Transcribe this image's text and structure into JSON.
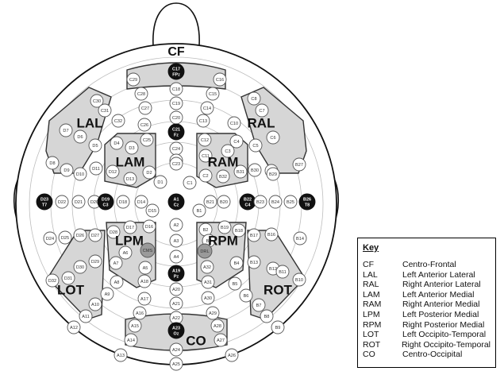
{
  "diagram": {
    "top_label": "CF",
    "regions": [
      {
        "id": "LAL",
        "label": "LAL"
      },
      {
        "id": "RAL",
        "label": "RAL"
      },
      {
        "id": "LAM",
        "label": "LAM"
      },
      {
        "id": "RAM",
        "label": "RAM"
      },
      {
        "id": "LPM",
        "label": "LPM"
      },
      {
        "id": "RPM",
        "label": "RPM"
      },
      {
        "id": "LOT",
        "label": "LOT"
      },
      {
        "id": "ROT",
        "label": "ROT"
      },
      {
        "id": "CO",
        "label": "CO"
      }
    ],
    "electrodes": [
      {
        "l1": "C17",
        "l2": "FPz",
        "kind": "ref"
      },
      {
        "l1": "C29"
      },
      {
        "l1": "C16"
      },
      {
        "l1": "C18"
      },
      {
        "l1": "C28"
      },
      {
        "l1": "C15"
      },
      {
        "l1": "C19"
      },
      {
        "l1": "C30"
      },
      {
        "l1": "C8"
      },
      {
        "l1": "C27"
      },
      {
        "l1": "C14"
      },
      {
        "l1": "C31"
      },
      {
        "l1": "C7"
      },
      {
        "l1": "C32"
      },
      {
        "l1": "C20"
      },
      {
        "l1": "C13"
      },
      {
        "l1": "C10"
      },
      {
        "l1": "C26"
      },
      {
        "l1": "D7"
      },
      {
        "l1": "C6"
      },
      {
        "l1": "C21",
        "l2": "Fz",
        "kind": "ref"
      },
      {
        "l1": "D6"
      },
      {
        "l1": "C5"
      },
      {
        "l1": "C25"
      },
      {
        "l1": "C12"
      },
      {
        "l1": "D5"
      },
      {
        "l1": "D4"
      },
      {
        "l1": "C24"
      },
      {
        "l1": "C11"
      },
      {
        "l1": "C4"
      },
      {
        "l1": "C22"
      },
      {
        "l1": "D3"
      },
      {
        "l1": "C3"
      },
      {
        "l1": "B28"
      },
      {
        "l1": "D8"
      },
      {
        "l1": "D11"
      },
      {
        "l1": "C23"
      },
      {
        "l1": "B27"
      },
      {
        "l1": "D9"
      },
      {
        "l1": "C2"
      },
      {
        "l1": "B30"
      },
      {
        "l1": "D12"
      },
      {
        "l1": "D2"
      },
      {
        "l1": "B32"
      },
      {
        "l1": "D10"
      },
      {
        "l1": "D13"
      },
      {
        "l1": "B31"
      },
      {
        "l1": "B29"
      },
      {
        "l1": "D1"
      },
      {
        "l1": "C1"
      },
      {
        "l1": "D23",
        "l2": "T7",
        "kind": "ref"
      },
      {
        "l1": "D22"
      },
      {
        "l1": "D21"
      },
      {
        "l1": "D20"
      },
      {
        "l1": "D19",
        "l2": "C3",
        "kind": "ref"
      },
      {
        "l1": "D18"
      },
      {
        "l1": "D14"
      },
      {
        "l1": "A1",
        "l2": "Cz",
        "kind": "ref"
      },
      {
        "l1": "B20"
      },
      {
        "l1": "B21"
      },
      {
        "l1": "B22",
        "l2": "C4",
        "kind": "ref"
      },
      {
        "l1": "B23"
      },
      {
        "l1": "B24"
      },
      {
        "l1": "B25"
      },
      {
        "l1": "B26",
        "l2": "T8",
        "kind": "ref"
      },
      {
        "l1": "D15"
      },
      {
        "l1": "B1"
      },
      {
        "l1": "A2"
      },
      {
        "l1": "D24"
      },
      {
        "l1": "D25"
      },
      {
        "l1": "D26"
      },
      {
        "l1": "D27"
      },
      {
        "l1": "D16"
      },
      {
        "l1": "D17"
      },
      {
        "l1": "B2"
      },
      {
        "l1": "B19"
      },
      {
        "l1": "B18"
      },
      {
        "l1": "B17"
      },
      {
        "l1": "B16"
      },
      {
        "l1": "B14"
      },
      {
        "l1": "D28"
      },
      {
        "l1": "A3"
      },
      {
        "l1": "B3"
      },
      {
        "l1": "B13"
      },
      {
        "l1": "D29"
      },
      {
        "l1": "A6"
      },
      {
        "l1": "CMS",
        "kind": "grey"
      },
      {
        "l1": "DRL",
        "kind": "grey"
      },
      {
        "l1": "B4"
      },
      {
        "l1": "A4"
      },
      {
        "l1": "D30"
      },
      {
        "l1": "A7"
      },
      {
        "l1": "A5"
      },
      {
        "l1": "A32"
      },
      {
        "l1": "B12"
      },
      {
        "l1": "D31"
      },
      {
        "l1": "A19",
        "l2": "Pz",
        "kind": "ref"
      },
      {
        "l1": "B11"
      },
      {
        "l1": "B10"
      },
      {
        "l1": "D32"
      },
      {
        "l1": "A8"
      },
      {
        "l1": "A18"
      },
      {
        "l1": "A31"
      },
      {
        "l1": "B5"
      },
      {
        "l1": "A9"
      },
      {
        "l1": "A17"
      },
      {
        "l1": "A20"
      },
      {
        "l1": "A30"
      },
      {
        "l1": "B6"
      },
      {
        "l1": "A10"
      },
      {
        "l1": "A21"
      },
      {
        "l1": "B7"
      },
      {
        "l1": "A16"
      },
      {
        "l1": "A29"
      },
      {
        "l1": "A11"
      },
      {
        "l1": "B8"
      },
      {
        "l1": "A22"
      },
      {
        "l1": "A15"
      },
      {
        "l1": "A28"
      },
      {
        "l1": "A12"
      },
      {
        "l1": "B9"
      },
      {
        "l1": "A23",
        "l2": "Oz",
        "kind": "ref"
      },
      {
        "l1": "A14"
      },
      {
        "l1": "A27"
      },
      {
        "l1": "A24"
      },
      {
        "l1": "A13"
      },
      {
        "l1": "A26"
      },
      {
        "l1": "A25"
      }
    ]
  },
  "key": {
    "title": "Key",
    "rows": [
      {
        "abbr": "CF",
        "desc": "Centro-Frontal"
      },
      {
        "abbr": "LAL",
        "desc": "Left Anterior Lateral"
      },
      {
        "abbr": "RAL",
        "desc": "Right Anterior Lateral"
      },
      {
        "abbr": "LAM",
        "desc": "Left Anterior Medial"
      },
      {
        "abbr": "RAM",
        "desc": "Right Anterior Medial"
      },
      {
        "abbr": "LPM",
        "desc": "Left Posterior Medial"
      },
      {
        "abbr": "RPM",
        "desc": "Right Posterior Medial"
      },
      {
        "abbr": "LOT",
        "desc": "Left Occipito-Temporal"
      },
      {
        "abbr": "ROT",
        "desc": "Right Occipito-Temporal"
      },
      {
        "abbr": "CO",
        "desc": "Centro-Occipital"
      }
    ]
  }
}
